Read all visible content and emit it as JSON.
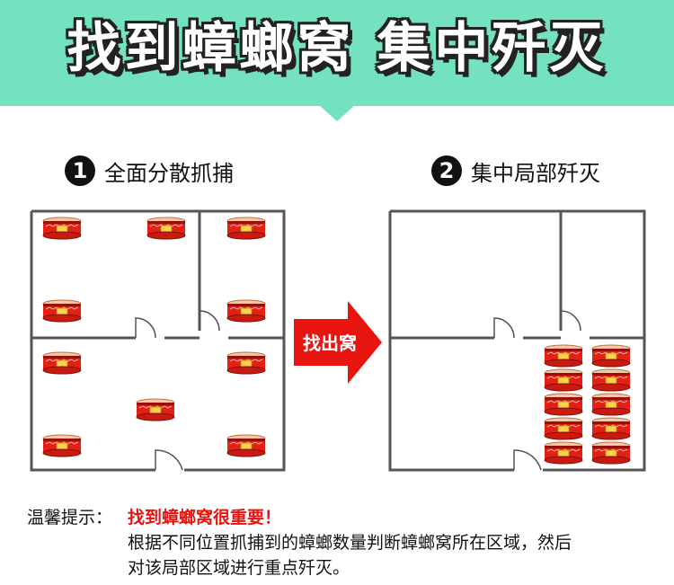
{
  "header": {
    "title": "找到蟑螂窝 集中歼灭"
  },
  "steps": [
    {
      "number": "1",
      "label": "全面分散抓捕"
    },
    {
      "number": "2",
      "label": "集中局部歼灭"
    }
  ],
  "arrow": {
    "label": "找出窝"
  },
  "tip": {
    "label": "温馨提示：",
    "highlight": "找到蟑螂窝很重要！",
    "lines": [
      "根据不同位置抓捕到的蟑螂数量判断蟑螂窝所在区域，然后",
      "对该局部区域进行重点歼灭。"
    ]
  },
  "colors": {
    "banner": "#74e2c0",
    "accent": "#e8140f",
    "wall": "#555555"
  },
  "icons": {
    "trap": "cockroach-trap-icon"
  }
}
